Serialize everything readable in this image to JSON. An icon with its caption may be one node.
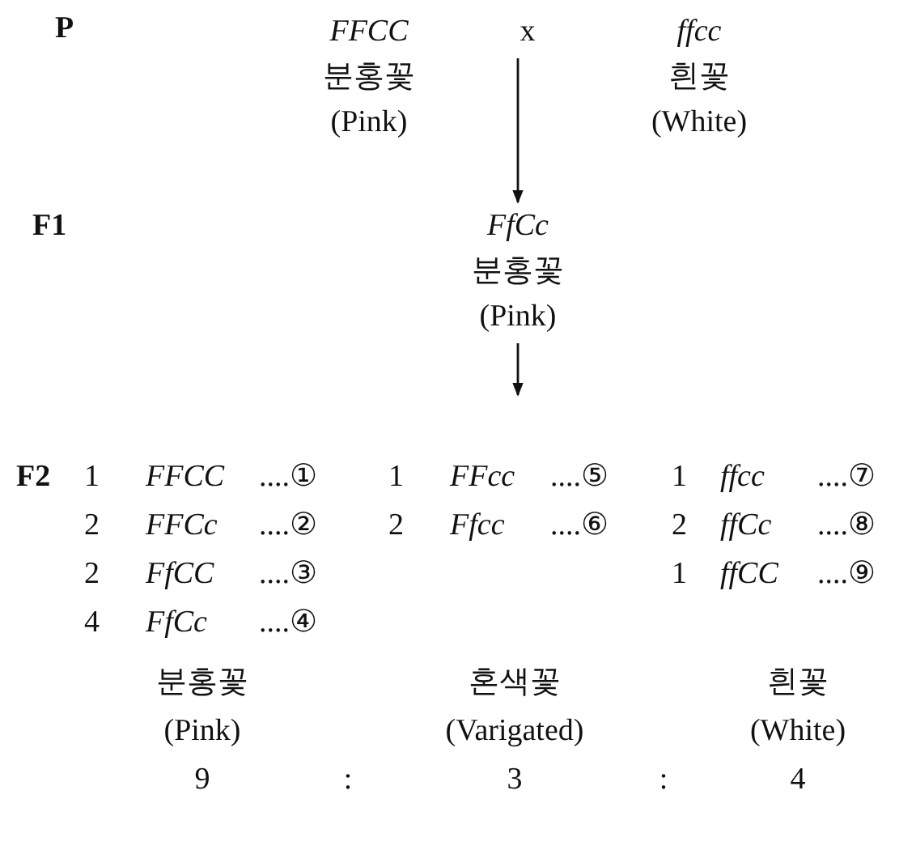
{
  "diagram": {
    "nodes": [
      {
        "text": [
          "FFCC",
          "분홍꽃",
          "(Pink)"
        ]
      },
      {
        "text": [
          "x"
        ]
      },
      {
        "text": [
          "ffcc",
          "흰꽃",
          "(White)"
        ]
      },
      {
        "text": [
          "FfCc",
          "분홍꽃",
          "(Pink)"
        ]
      }
    ],
    "edges": [
      {
        "from": 1,
        "to": 3,
        "arrow": "to"
      },
      {
        "from": 3,
        "to": null,
        "arrow": "to"
      }
    ],
    "labels": [
      "P",
      "F1",
      "F2",
      "1",
      "FFCC",
      "....①",
      "1",
      "FFcc",
      "....⑤",
      "1",
      "ffcc",
      "....⑦",
      "2",
      "FFCc",
      "....②",
      "2",
      "Ffcc",
      "....⑥",
      "2",
      "ffCc",
      "....⑧",
      "2",
      "FfCC",
      "....③",
      "1",
      "ffCC",
      "....⑨",
      "4",
      "FfCc",
      "....④",
      "분홍꽃",
      "혼색꽃",
      "흰꽃",
      "(Pink)",
      "(Varigated)",
      "(White)",
      "9",
      ":",
      "3",
      ":",
      "4"
    ]
  }
}
